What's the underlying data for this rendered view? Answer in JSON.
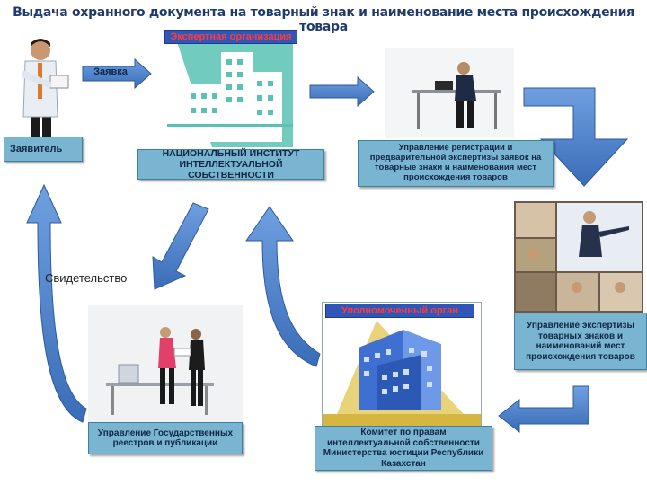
{
  "title": "Выдача охранного документа на товарный знак и наименование места происхождения товара",
  "applicant": {
    "label": "Заявитель"
  },
  "application_arrow": {
    "label": "Заявка"
  },
  "expert_org": {
    "badge": "Экспертная организация",
    "label": "НАЦИОНАЛЬНЫЙ ИНСТИТУТ ИНТЕЛЛЕКТУАЛЬНОЙ СОБСТВЕННОСТИ"
  },
  "registration_dept": {
    "label": "Управление регистрации и предварительной экспертизы заявок на товарные знаки и наименования мест происхождения товаров"
  },
  "expertise_dept": {
    "label": "Управление экспертизы товарных знаков и наименований мест происхождения товаров"
  },
  "authorized_body": {
    "badge": "Уполномоченный орган",
    "label": "Комитет по правам интеллектуальной собственности Министерства юстиции Республики Казахстан"
  },
  "registers_dept": {
    "label": "Управление Государственных реестров и публикации"
  },
  "certificate": {
    "label": "Свидетельство"
  },
  "colors": {
    "box_fill": "#79b4d0",
    "arrow_fill": "#4a7ec8",
    "badge_fill": "#2f57b8",
    "badge_text": "#ff3b3b",
    "title_text": "#1f3a6b"
  }
}
